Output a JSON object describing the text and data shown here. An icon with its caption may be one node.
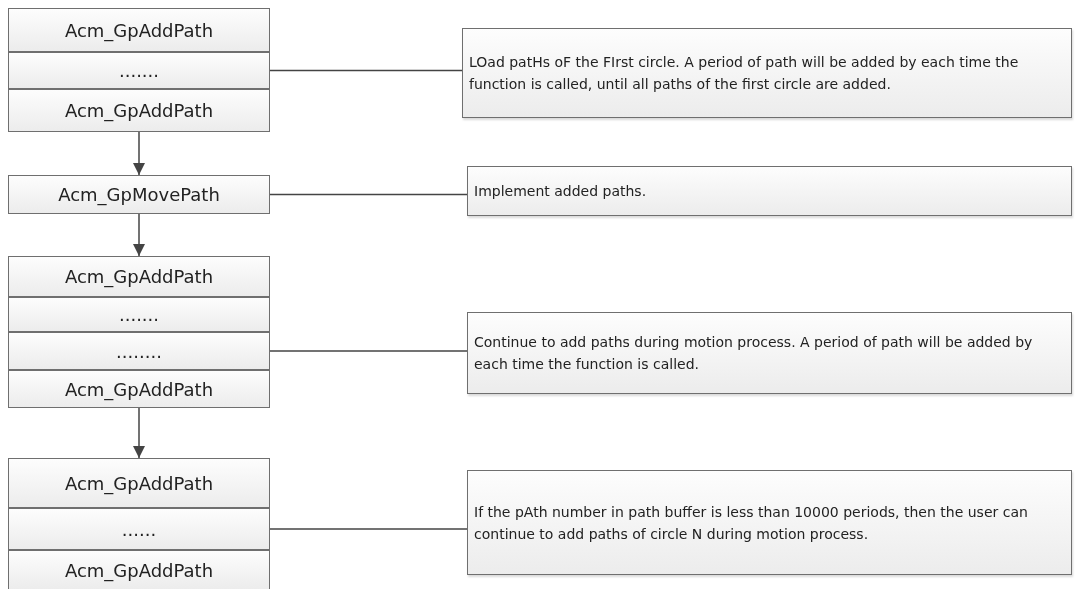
{
  "diagram": {
    "nodes": [
      {
        "text": [
          "Acm_GpAddPath"
        ]
      },
      {
        "text": [
          "......."
        ]
      },
      {
        "text": [
          "Acm_GpAddPath"
        ]
      },
      {
        "text": [
          "LOad patHs oF the FIrst circle. A period of path will be added by each time the function is called, until all paths of the first circle are added."
        ]
      },
      {
        "text": [
          "Acm_GpMovePath"
        ]
      },
      {
        "text": [
          "Implement added paths."
        ]
      },
      {
        "text": [
          "Acm_GpAddPath"
        ]
      },
      {
        "text": [
          "......."
        ]
      },
      {
        "text": [
          "........"
        ]
      },
      {
        "text": [
          "Acm_GpAddPath"
        ]
      },
      {
        "text": [
          "Continue to add paths during motion process. A period of path will be added by each time the function is called."
        ]
      },
      {
        "text": [
          "Acm_GpAddPath"
        ]
      },
      {
        "text": [
          "......"
        ]
      },
      {
        "text": [
          "Acm_GpAddPath"
        ]
      },
      {
        "text": [
          "If the pAth number in path buffer is less than 10000 periods, then the user can continue to add paths of circle N during motion process."
        ]
      }
    ],
    "edges": [
      {
        "from": 1,
        "to": 3,
        "arrow": "none"
      },
      {
        "from": 2,
        "to": 4,
        "arrow": "to"
      },
      {
        "from": 4,
        "to": 5,
        "arrow": "none"
      },
      {
        "from": 4,
        "to": 6,
        "arrow": "to"
      },
      {
        "from": 8,
        "to": 10,
        "arrow": "none"
      },
      {
        "from": 9,
        "to": 11,
        "arrow": "to"
      },
      {
        "from": 12,
        "to": 14,
        "arrow": "none"
      }
    ]
  }
}
